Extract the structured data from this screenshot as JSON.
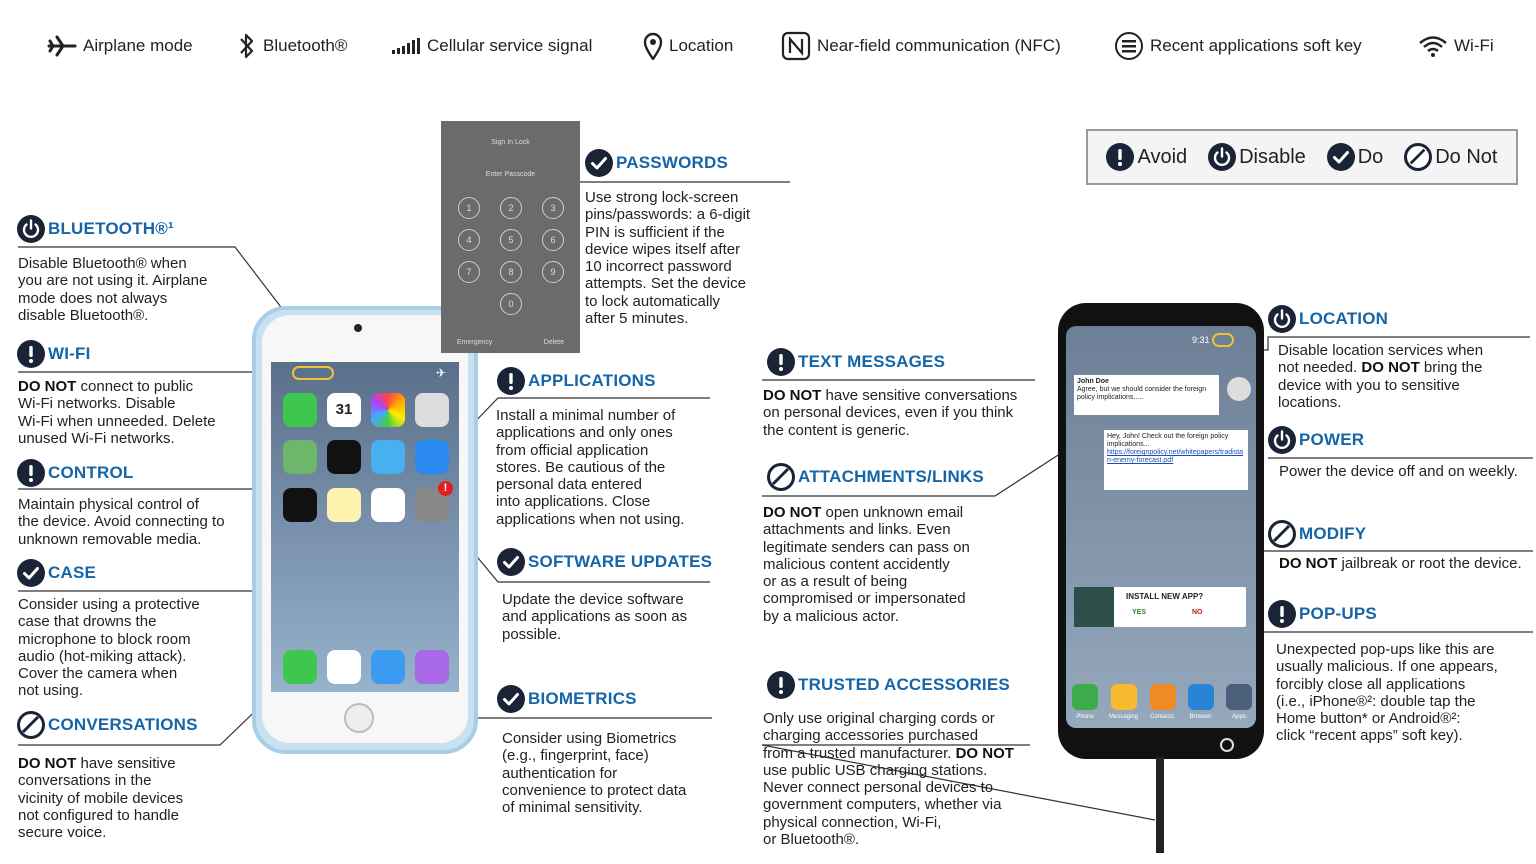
{
  "legend": [
    {
      "icon": "airplane-icon",
      "label": "Airplane mode"
    },
    {
      "icon": "bluetooth-icon",
      "label": "Bluetooth®"
    },
    {
      "icon": "cellular-signal-icon",
      "label": "Cellular service signal"
    },
    {
      "icon": "location-pin-icon",
      "label": "Location"
    },
    {
      "icon": "nfc-icon",
      "label": "Near-field communication (NFC)"
    },
    {
      "icon": "recent-apps-icon",
      "label": "Recent applications soft key"
    },
    {
      "icon": "wifi-icon",
      "label": "Wi-Fi"
    }
  ],
  "key": [
    {
      "icon": "avoid-icon",
      "label": "Avoid"
    },
    {
      "icon": "disable-icon",
      "label": "Disable"
    },
    {
      "icon": "do-icon",
      "label": "Do"
    },
    {
      "icon": "do-not-icon",
      "label": "Do Not"
    }
  ],
  "sections": {
    "bluetooth": {
      "title": "BLUETOOTH®¹",
      "icon": "disable-icon",
      "lines": [
        "Disable Bluetooth® when",
        "you are not using it. Airplane",
        "mode does not always",
        "disable Bluetooth®."
      ]
    },
    "wifi": {
      "title": "WI-FI",
      "icon": "avoid-icon",
      "lead": "DO NOT",
      "lines": [
        " connect to public",
        "Wi-Fi networks. Disable",
        "Wi-Fi when unneeded. Delete",
        "unused Wi-Fi networks."
      ]
    },
    "control": {
      "title": "CONTROL",
      "icon": "avoid-icon",
      "lines": [
        "Maintain physical control of",
        "the device. Avoid connecting to",
        "unknown removable media."
      ]
    },
    "case": {
      "title": "CASE",
      "icon": "do-icon",
      "lines": [
        "Consider using a protective",
        "case that drowns the",
        "microphone to block room",
        "audio (hot-miking attack).",
        "Cover the camera when",
        "not using."
      ]
    },
    "conversations": {
      "title": "CONVERSATIONS",
      "icon": "do-not-icon",
      "lead": "DO NOT",
      "lines": [
        " have sensitive",
        "conversations in the",
        "vicinity of mobile devices",
        "not configured to handle",
        "secure voice."
      ]
    },
    "passwords": {
      "title": "PASSWORDS",
      "icon": "do-icon",
      "lines": [
        "Use strong lock-screen",
        "pins/passwords: a 6-digit",
        "PIN is sufficient if the",
        "device wipes itself after",
        "10 incorrect password",
        "attempts. Set the device",
        "to lock automatically",
        "after 5 minutes."
      ]
    },
    "applications": {
      "title": "APPLICATIONS",
      "icon": "avoid-icon",
      "lines": [
        "Install a minimal number of",
        "applications and only ones",
        "from official application",
        "stores. Be cautious of the",
        "personal data entered",
        "into applications. Close",
        "applications when not using."
      ]
    },
    "software_updates": {
      "title": "SOFTWARE UPDATES",
      "icon": "do-icon",
      "lines": [
        "Update the device software",
        "and applications as soon as",
        "possible."
      ]
    },
    "biometrics": {
      "title": "BIOMETRICS",
      "icon": "do-icon",
      "lines": [
        "Consider using Biometrics",
        "(e.g., fingerprint, face)",
        "authentication for",
        "convenience to protect data",
        "of minimal sensitivity."
      ]
    },
    "text_messages": {
      "title": "TEXT MESSAGES",
      "icon": "avoid-icon",
      "lead": "DO NOT",
      "lines": [
        " have sensitive conversations",
        "on personal devices, even if you think",
        "the content is generic."
      ]
    },
    "attachments": {
      "title": "ATTACHMENTS/LINKS",
      "icon": "do-not-icon",
      "lead": "DO NOT",
      "lines": [
        " open unknown email",
        "attachments and links. Even",
        "legitimate senders can pass on",
        "malicious content accidently",
        "or as a result of being",
        "compromised or impersonated",
        "by a malicious actor."
      ]
    },
    "trusted": {
      "title": "TRUSTED ACCESSORIES",
      "icon": "avoid-icon",
      "lines": [
        "Only use original charging cords or",
        "charging accessories purchased",
        "from a trusted manufacturer. ",
        "use public USB charging stations.",
        "Never connect personal devices to",
        "government computers, whether via",
        "physical connection, Wi-Fi,",
        "or Bluetooth®."
      ],
      "inline_bold": "DO NOT"
    },
    "location": {
      "title": "LOCATION",
      "icon": "disable-icon",
      "lines": [
        "Disable location services when",
        "not needed. ",
        "device with you to sensitive",
        "locations."
      ],
      "inline_bold": "DO NOT",
      "inline_tail": " bring the"
    },
    "power": {
      "title": "POWER",
      "icon": "disable-icon",
      "lines": [
        "Power the device off and on weekly."
      ]
    },
    "modify": {
      "title": "MODIFY",
      "icon": "do-not-icon",
      "lead": "DO NOT",
      "lines": [
        " jailbreak or root the device."
      ]
    },
    "popups": {
      "title": "POP-UPS",
      "icon": "avoid-icon",
      "lines": [
        "Unexpected pop-ups like this are",
        "usually malicious. If one appears,",
        "forcibly close all applications",
        "(i.e., iPhone®²: double tap the",
        "Home button* or Android®²:",
        "click “recent apps” soft key)."
      ]
    }
  },
  "phone_screens": {
    "lock": {
      "title": "Sign In Lock",
      "prompt": "Enter Passcode",
      "keys": [
        "1",
        "2",
        "3",
        "4",
        "5",
        "6",
        "7",
        "8",
        "9",
        "0"
      ],
      "left": "Emergency",
      "right": "Delete"
    },
    "android": {
      "time": "9:31",
      "msg1_name": "John Doe",
      "msg1_text": "Agree, but we should consider the foreign policy implications.....",
      "msg2_text": "Hey, John! Check out the foreign policy implications...",
      "msg2_link": "https://foreignpolicy.net/whitepapers/tradistan-enemy-forecast.pdf",
      "popup_title": "INSTALL NEW APP?",
      "popup_yes": "YES",
      "popup_no": "NO",
      "dock": [
        "Phone",
        "Messaging",
        "Contacts",
        "Browser",
        "Apps"
      ]
    },
    "iphone": {
      "calendar_day": "31"
    }
  },
  "colors": {
    "accent": "#1565a8",
    "badge": "#1a2436",
    "phone_blue": "#bcd9ee"
  }
}
